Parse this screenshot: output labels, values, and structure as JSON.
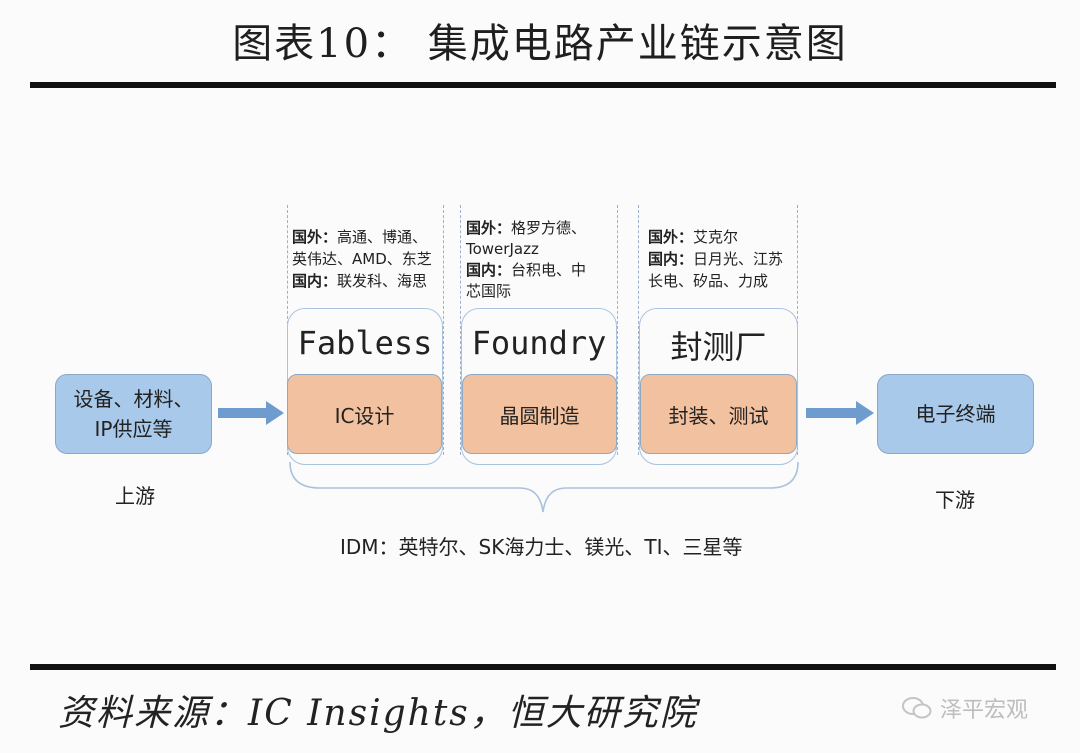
{
  "title": "图表10：  集成电路产业链示意图",
  "upstream": {
    "box": "设备、材料、IP供应等",
    "line1": "设备、材料、",
    "line2": "IP供应等",
    "caption": "上游"
  },
  "downstream": {
    "box": "电子终端",
    "caption": "下游"
  },
  "stages": [
    {
      "label": "Fabless",
      "process": "IC设计",
      "info": [
        {
          "tag": "国外：",
          "text": "高通、博通、"
        },
        {
          "tag": "",
          "text": "英伟达、AMD、东芝"
        },
        {
          "tag": "国内：",
          "text": "联发科、海思"
        }
      ]
    },
    {
      "label": "Foundry",
      "process": "晶圆制造",
      "info": [
        {
          "tag": "国外：",
          "text": "格罗方德、"
        },
        {
          "tag": "",
          "text": "TowerJazz"
        },
        {
          "tag": "国内：",
          "text": "台积电、中"
        },
        {
          "tag": "",
          "text": "芯国际"
        }
      ]
    },
    {
      "label": "封测厂",
      "process": "封装、测试",
      "info": [
        {
          "tag": "国外：",
          "text": "艾克尔"
        },
        {
          "tag": "国内：",
          "text": "日月光、江苏"
        },
        {
          "tag": "",
          "text": "长电、矽品、力成"
        }
      ]
    }
  ],
  "idm": "IDM：英特尔、SK海力士、镁光、TI、三星等",
  "source": "资料来源：IC Insights，恒大研究院",
  "watermark": "泽平宏观",
  "colors": {
    "process_fill": "#f2c19f",
    "endpoint_fill": "#a9c9ea",
    "arrow": "#6f9ccf",
    "outline": "#a9c2de"
  }
}
